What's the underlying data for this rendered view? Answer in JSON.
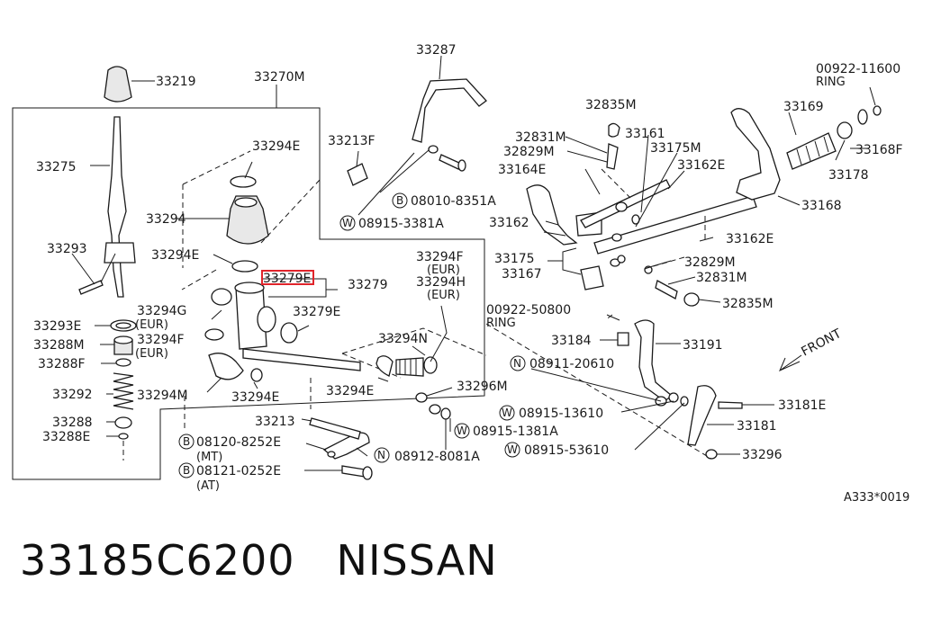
{
  "callouts": {
    "c33219": "33219",
    "c33270m": "33270M",
    "c33275": "33275",
    "c33294e_top": "33294E",
    "c33294": "33294",
    "c33293": "33293",
    "c33294e_mid": "33294E",
    "c33294g": "33294G",
    "c33294g_note": "(EUR)",
    "c33294f_left": "33294F",
    "c33294f_left_note": "(EUR)",
    "c33293e": "33293E",
    "c33288m": "33288M",
    "c33288f": "33288F",
    "c33292": "33292",
    "c33294m": "33294M",
    "c33294e_low": "33294E",
    "c33288": "33288",
    "c33288e": "33288E",
    "c33279e_hl": "33279E",
    "c33279": "33279",
    "c33279e": "33279E",
    "c33213f": "33213F",
    "c33287": "33287",
    "b08010": "08010-8351A",
    "w08915_3381": "08915-3381A",
    "c33294f_right": "33294F",
    "c33294f_right_note": "(EUR)",
    "c33294h": "33294H",
    "c33294h_note": "(EUR)",
    "c33294n": "33294N",
    "c33294e_right": "33294E",
    "c33296m": "33296M",
    "c33213": "33213",
    "w08915_1381": "08915-1381A",
    "n08912": "08912-8081A",
    "b08120": "08120-8252E",
    "b08120_note": "(MT)",
    "b08121": "08121-0252E",
    "b08121_note": "(AT)",
    "c32835m_top": "32835M",
    "c32831m_top": "32831M",
    "c33161": "33161",
    "c32829m_top": "32829M",
    "c33175m": "33175M",
    "c33164e": "33164E",
    "c33162e_top": "33162E",
    "c33162": "33162",
    "c33175": "33175",
    "c33167": "33167",
    "c33162e_mid": "33162E",
    "c32829m_mid": "32829M",
    "c32831m_mid": "32831M",
    "c32835m_mid": "32835M",
    "ring_top_code": "00922-11600",
    "ring_top_label": "RING",
    "c33169": "33169",
    "c33168f": "33168F",
    "c33178": "33178",
    "c33168": "33168",
    "ring_mid_code": "00922-50800",
    "ring_mid_label": "RING",
    "c33184": "33184",
    "c33191": "33191",
    "n08911": "08911-20610",
    "w08915_13610": "08915-13610",
    "w08915_53610": "08915-53610",
    "c33181e": "33181E",
    "c33181": "33181",
    "c33296": "33296",
    "front": "FRONT",
    "diagram_code": "A333*0019"
  },
  "markers": {
    "B": "B",
    "W": "W",
    "N": "N"
  },
  "footer": {
    "part_number": "33185C6200",
    "brand": "NISSAN"
  },
  "colors": {
    "highlight": "#e0242b",
    "line": "#1a1a1a"
  }
}
